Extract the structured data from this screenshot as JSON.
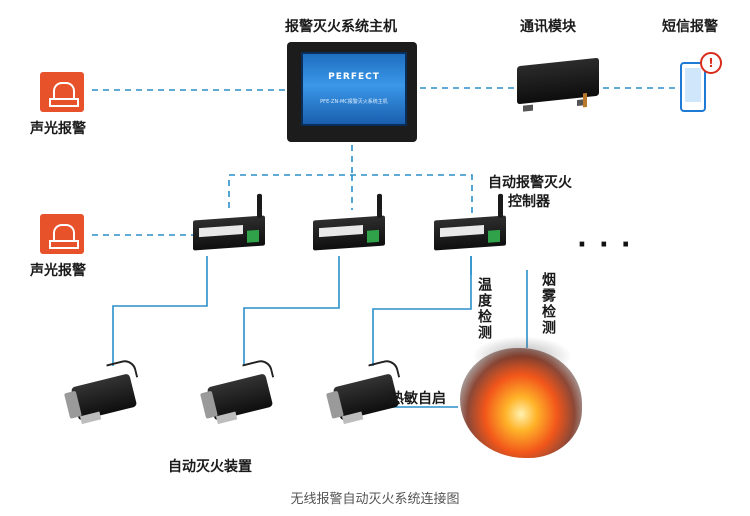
{
  "labels": {
    "host": "报警灭火系统主机",
    "comm_module": "通讯模块",
    "sms_alarm": "短信报警",
    "sound_light_alarm_top": "声光报警",
    "sound_light_alarm_mid": "声光报警",
    "controller_line1": "自动报警灭火",
    "controller_line2": "控制器",
    "temperature_detect": "温度检测",
    "smoke_detect": "烟雾检测",
    "heat_sensitive_start": "热敏自启",
    "extinguisher": "自动灭火装置",
    "ellipsis": "···"
  },
  "monitor": {
    "brand": "PERFECT",
    "subtitle": "PFE-ZN-MC报警灭火系统主机"
  },
  "caption": "无线报警自动灭火系统连接图",
  "colors": {
    "link": "#2a8fc9",
    "alarm": "#e8522b",
    "phone": "#1f7ad6"
  }
}
